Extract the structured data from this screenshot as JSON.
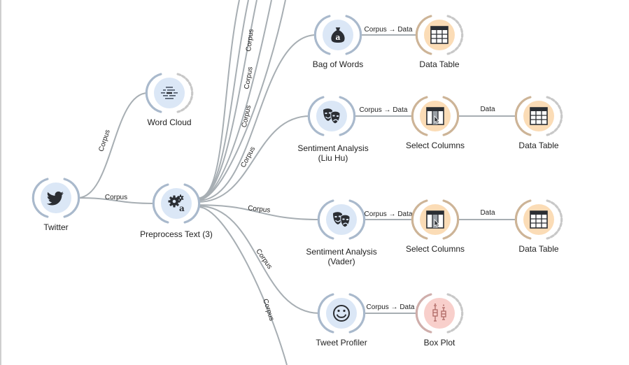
{
  "colors": {
    "text_blue": "#dbe7f6",
    "text_blue_ring": "#a9b9cc",
    "data_orange": "#fbdcb6",
    "data_orange_ring": "#cdb497",
    "viz_pink": "#f8cfcb",
    "viz_pink_ring": "#cfaeab",
    "link": "#a7aeb3",
    "dashed_ring": "#c8c8c8"
  },
  "nodes": [
    {
      "id": "twitter",
      "label": "Twitter",
      "icon": "twitter-bird-icon",
      "color": "blue"
    },
    {
      "id": "word-cloud",
      "label": "Word Cloud",
      "icon": "word-cloud-icon",
      "color": "blue"
    },
    {
      "id": "preprocess-text",
      "label": "Preprocess Text (3)",
      "icon": "gears-icon",
      "color": "blue"
    },
    {
      "id": "bag-of-words",
      "label": "Bag of Words",
      "icon": "money-bag-icon",
      "color": "blue"
    },
    {
      "id": "data-table-1",
      "label": "Data Table",
      "icon": "table-icon",
      "color": "orange"
    },
    {
      "id": "sentiment-liu-hu",
      "label": "Sentiment Analysis\n(Liu Hu)",
      "icon": "theater-masks-icon",
      "color": "blue"
    },
    {
      "id": "select-columns-1",
      "label": "Select Columns",
      "icon": "select-columns-icon",
      "color": "orange"
    },
    {
      "id": "data-table-2",
      "label": "Data Table",
      "icon": "table-icon",
      "color": "orange"
    },
    {
      "id": "sentiment-vader",
      "label": "Sentiment Analysis\n(Vader)",
      "icon": "theater-masks-icon",
      "color": "blue"
    },
    {
      "id": "select-columns-2",
      "label": "Select Columns",
      "icon": "select-columns-icon",
      "color": "orange"
    },
    {
      "id": "data-table-3",
      "label": "Data Table",
      "icon": "table-icon",
      "color": "orange"
    },
    {
      "id": "tweet-profiler",
      "label": "Tweet Profiler",
      "icon": "smiley-icon",
      "color": "blue"
    },
    {
      "id": "box-plot",
      "label": "Box Plot",
      "icon": "box-plot-icon",
      "color": "pink"
    }
  ],
  "links": [
    {
      "from": "twitter",
      "to": "word-cloud",
      "label": "Corpus"
    },
    {
      "from": "twitter",
      "to": "preprocess-text",
      "label": "Corpus"
    },
    {
      "from": "preprocess-text",
      "to": "bag-of-words",
      "label": "Corpus"
    },
    {
      "from": "preprocess-text",
      "to": "sentiment-liu-hu",
      "label": "Corpus"
    },
    {
      "from": "preprocess-text",
      "to": "sentiment-vader",
      "label": "Corpus"
    },
    {
      "from": "preprocess-text",
      "to": "tweet-profiler",
      "label": "Corpus"
    },
    {
      "from": "preprocess-text",
      "to": "offscreen-bottom",
      "label": "Corpus"
    },
    {
      "from": "preprocess-text",
      "to": "offscreen-top-1",
      "label": "Corpus"
    },
    {
      "from": "preprocess-text",
      "to": "offscreen-top-2",
      "label": "Corpus"
    },
    {
      "from": "preprocess-text",
      "to": "offscreen-top-3",
      "label": "Corpus"
    },
    {
      "from": "preprocess-text",
      "to": "offscreen-top-4",
      "label": ""
    },
    {
      "from": "preprocess-text",
      "to": "offscreen-top-5",
      "label": ""
    },
    {
      "from": "bag-of-words",
      "to": "data-table-1",
      "label": "Corpus → Data"
    },
    {
      "from": "sentiment-liu-hu",
      "to": "select-columns-1",
      "label": "Corpus → Data"
    },
    {
      "from": "select-columns-1",
      "to": "data-table-2",
      "label": "Data"
    },
    {
      "from": "sentiment-vader",
      "to": "select-columns-2",
      "label": "Corpus → Data"
    },
    {
      "from": "select-columns-2",
      "to": "data-table-3",
      "label": "Data"
    },
    {
      "from": "tweet-profiler",
      "to": "box-plot",
      "label": "Corpus → Data"
    }
  ]
}
